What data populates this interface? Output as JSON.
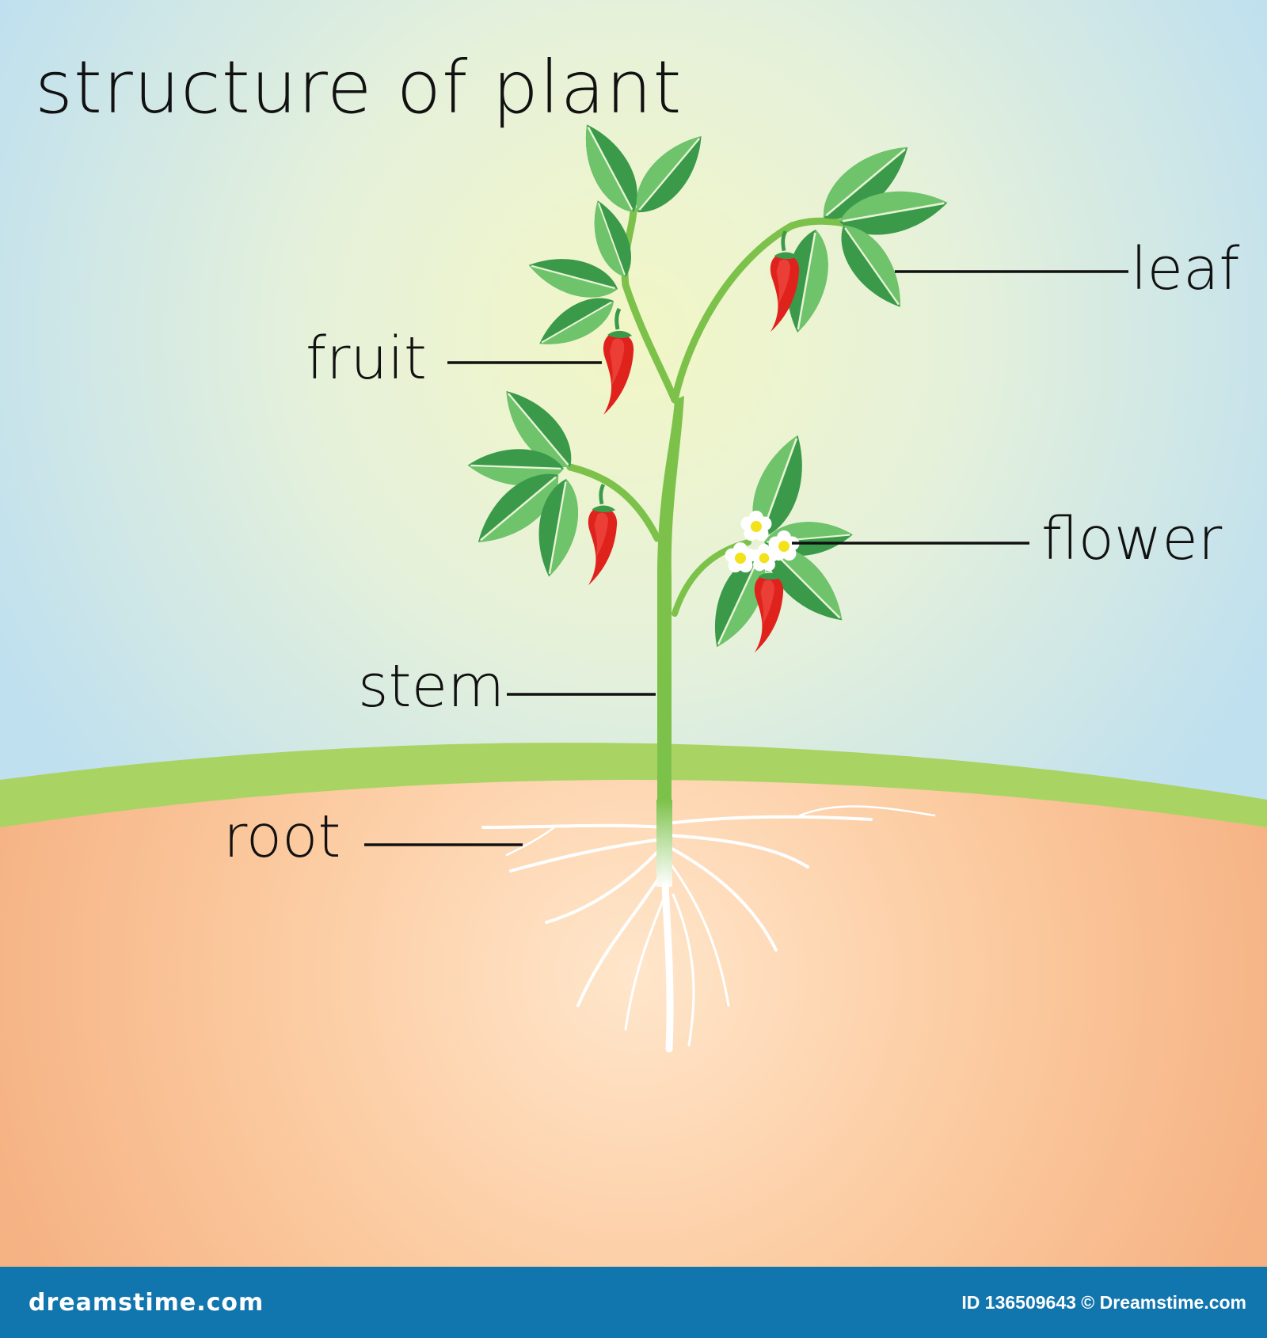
{
  "diagram": {
    "title": "structure of plant",
    "labels": {
      "leaf": "leaf",
      "fruit": "fruit",
      "flower": "flower",
      "stem": "stem",
      "root": "root"
    }
  },
  "footer": {
    "brand": "dreamstime.com",
    "image_id": "ID 136509643 © Dreamstime.com"
  },
  "colors": {
    "sky_top": "#bfe0ef",
    "sky_glow": "#f2f6c8",
    "grass": "#a9d463",
    "soil": "#f7b98c",
    "soil_glow": "#ffe4c6",
    "stem": "#7cc24a",
    "leaf": "#3a9a4a",
    "leaf_light": "#6ec26a",
    "pepper": "#e0221d",
    "footer_bg": "#1175ae"
  }
}
